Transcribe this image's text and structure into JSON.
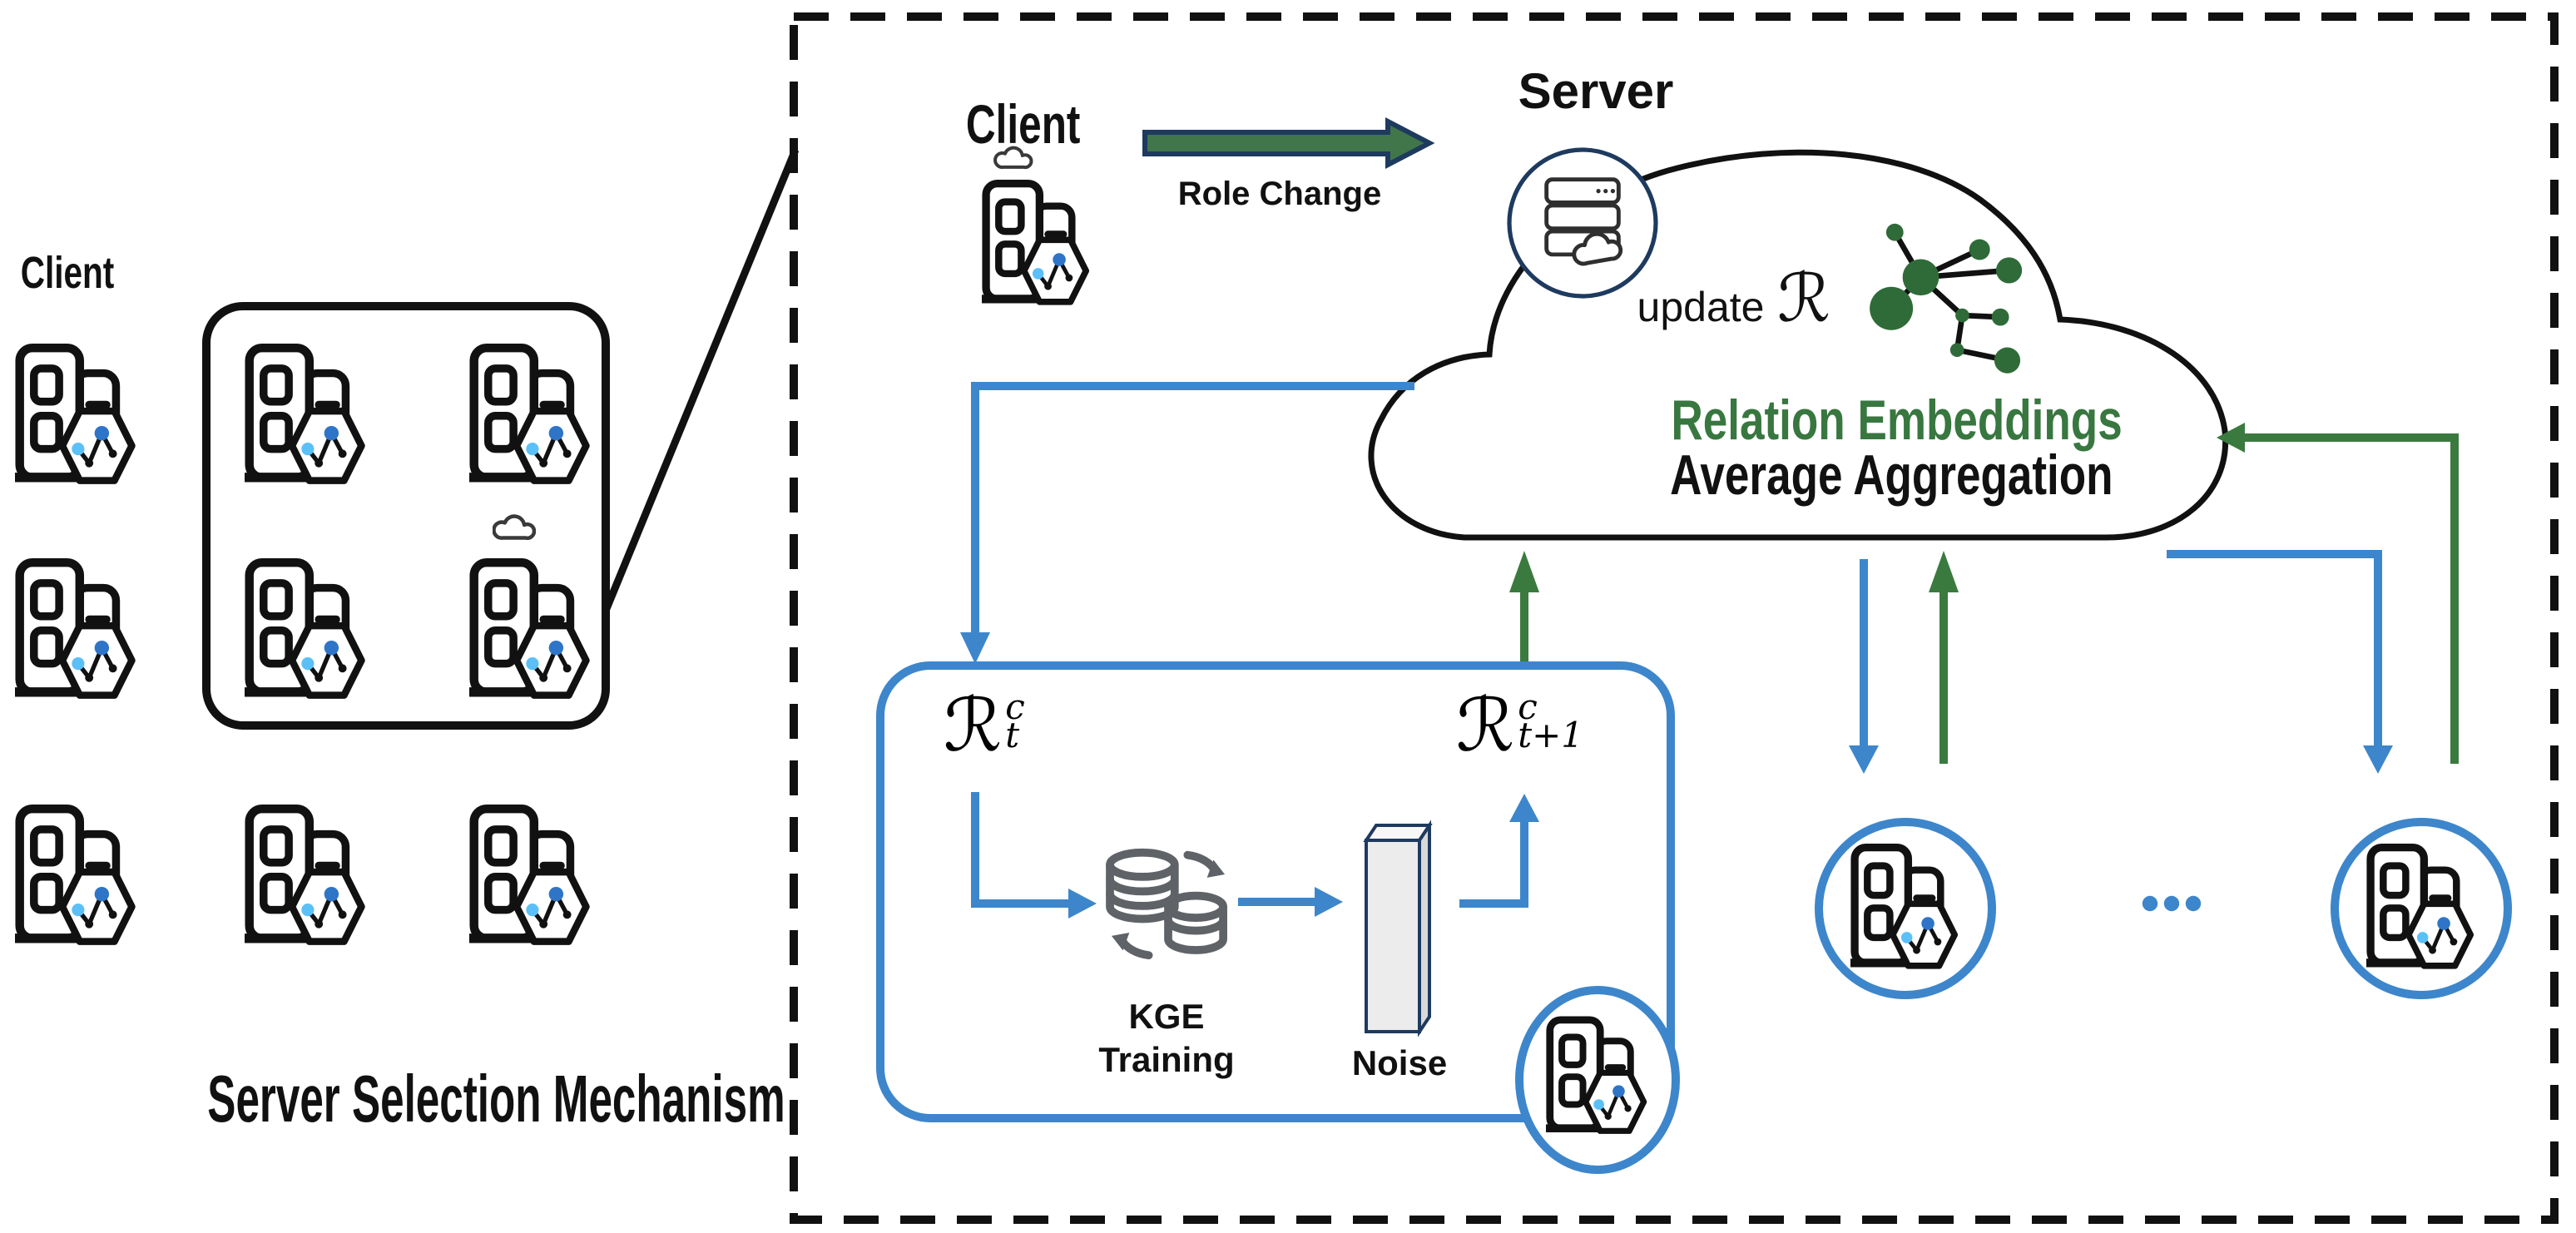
{
  "colors": {
    "blue": "#3d86cb",
    "green": "#3a7a3e",
    "navy": "#1e3a5f",
    "role_fill": "#41764b",
    "icon_green": "#2f6b38",
    "gray": "#5f6368",
    "text_green": "#38773f",
    "ink": "#111111"
  },
  "left_panel": {
    "client_label": "Client",
    "caption": "Server Selection Mechanism"
  },
  "flow": {
    "client_label": "Client",
    "server_label": "Server",
    "role_change_label": "Role Change"
  },
  "cloud": {
    "update_label": "update",
    "registry_symbol": "ℛ",
    "line1": "Relation Embeddings",
    "line2": "Average Aggregation"
  },
  "client_box": {
    "r_t": {
      "base": "ℛ",
      "sup": "c",
      "sub": "t"
    },
    "r_t1": {
      "base": "ℛ",
      "sup": "c",
      "sub": "t+1"
    },
    "kge_line1": "KGE",
    "kge_line2": "Training",
    "noise_label": "Noise"
  }
}
